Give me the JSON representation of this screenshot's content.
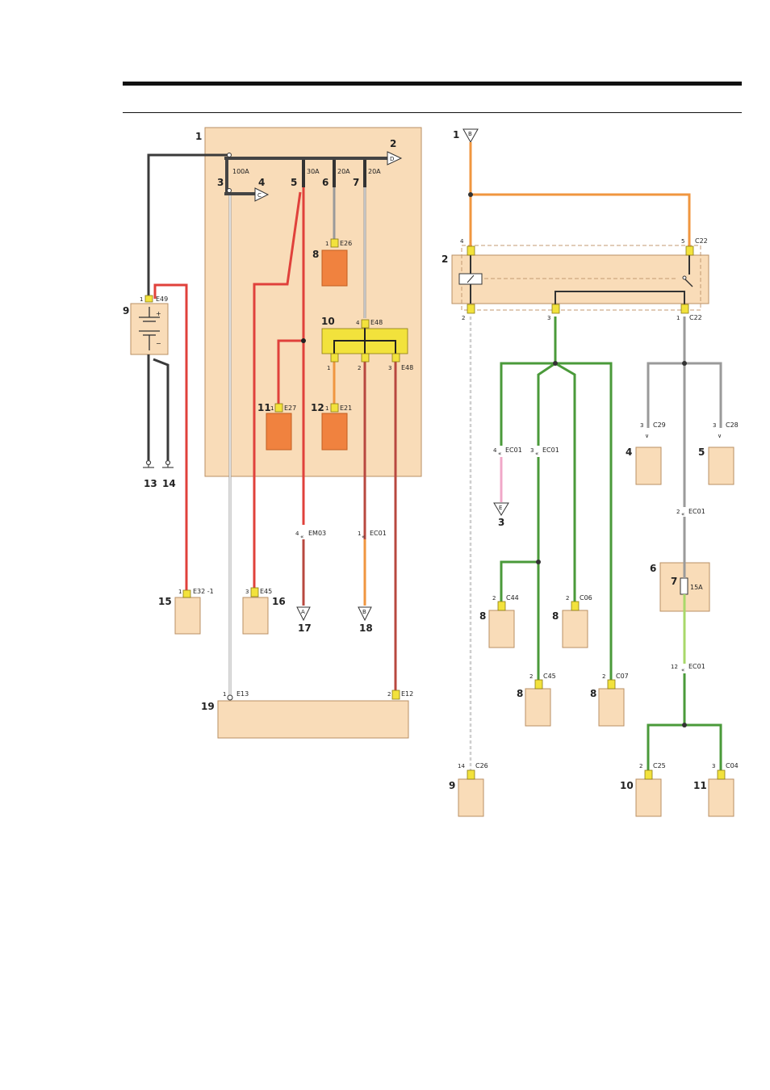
{
  "colors": {
    "black": "#3a3a3a",
    "red": "#e0413b",
    "darkred": "#b8483f",
    "orange": "#f0963f",
    "grey": "#9a9a9a",
    "white": "#e8e8e8",
    "green": "#4a9a3a",
    "pink": "#f0a8c8",
    "lightgreen": "#a8d86a",
    "box": "#f9dcb8",
    "module": "#f0823f",
    "relay": "#f2e23c"
  },
  "left": {
    "n1": "1",
    "n2": "2",
    "n3": "3",
    "n4": "4",
    "n5": "5",
    "n6": "6",
    "n7": "7",
    "n8": "8",
    "n9": "9",
    "n10": "10",
    "n11": "11",
    "n12": "12",
    "n13": "13",
    "n14": "14",
    "n15": "15",
    "n16": "16",
    "n17": "17",
    "n18": "18",
    "n19": "19",
    "f100": "100A",
    "f30": "30A",
    "f20a": "20A",
    "f20b": "20A",
    "term_d": "D",
    "term_c": "C",
    "term_a": "A",
    "term_b": "B",
    "plus": "+",
    "minus": "−",
    "e49": "E49",
    "e49_pin": "1",
    "e26": "E26",
    "e26_pin": "1",
    "e48_top": "E48",
    "e48_top_pin": "4",
    "e48_bot": "E48",
    "e48_p1": "1",
    "e48_p2": "2",
    "e48_p3": "3",
    "e27": "E27",
    "e27_pin": "1",
    "e21": "E21",
    "e21_pin": "1",
    "em03": "EM03",
    "em03_pin": "4",
    "ec01": "EC01",
    "ec01_pin": "1",
    "e32": "E32 -1",
    "e32_pin": "1",
    "e45": "E45",
    "e45_pin": "3",
    "e13": "E13",
    "e13_pin": "1",
    "e12": "E12",
    "e12_pin": "2"
  },
  "right": {
    "n1": "1",
    "n2": "2",
    "n3": "3",
    "n4": "4",
    "n5": "5",
    "n6": "6",
    "n7": "7",
    "n8a": "8",
    "n8b": "8",
    "n8c": "8",
    "n8d": "8",
    "n9": "9",
    "n10": "10",
    "n11": "11",
    "term_b": "B",
    "term_e": "E",
    "c22_p4": "4",
    "c22_p5": "5",
    "c22_top": "C22",
    "c22_p2": "2",
    "c22_p3": "3",
    "c22_p1": "1",
    "c22_bot": "C22",
    "c29": "C29",
    "c29_pin": "3",
    "c28": "C28",
    "c28_pin": "3",
    "ec01a": "EC01",
    "ec01a_pin": "4",
    "ec01b": "EC01",
    "ec01b_pin": "3",
    "ec01c": "EC01",
    "ec01c_pin": "2",
    "ec01d": "EC01",
    "ec01d_pin": "12",
    "fuse": "15A",
    "c44": "C44",
    "c44_pin": "2",
    "c06": "C06",
    "c06_pin": "2",
    "c45": "C45",
    "c45_pin": "2",
    "c07": "C07",
    "c07_pin": "2",
    "c26": "C26",
    "c26_pin": "14",
    "c25": "C25",
    "c25_pin": "2",
    "c04": "C04",
    "c04_pin": "3"
  }
}
